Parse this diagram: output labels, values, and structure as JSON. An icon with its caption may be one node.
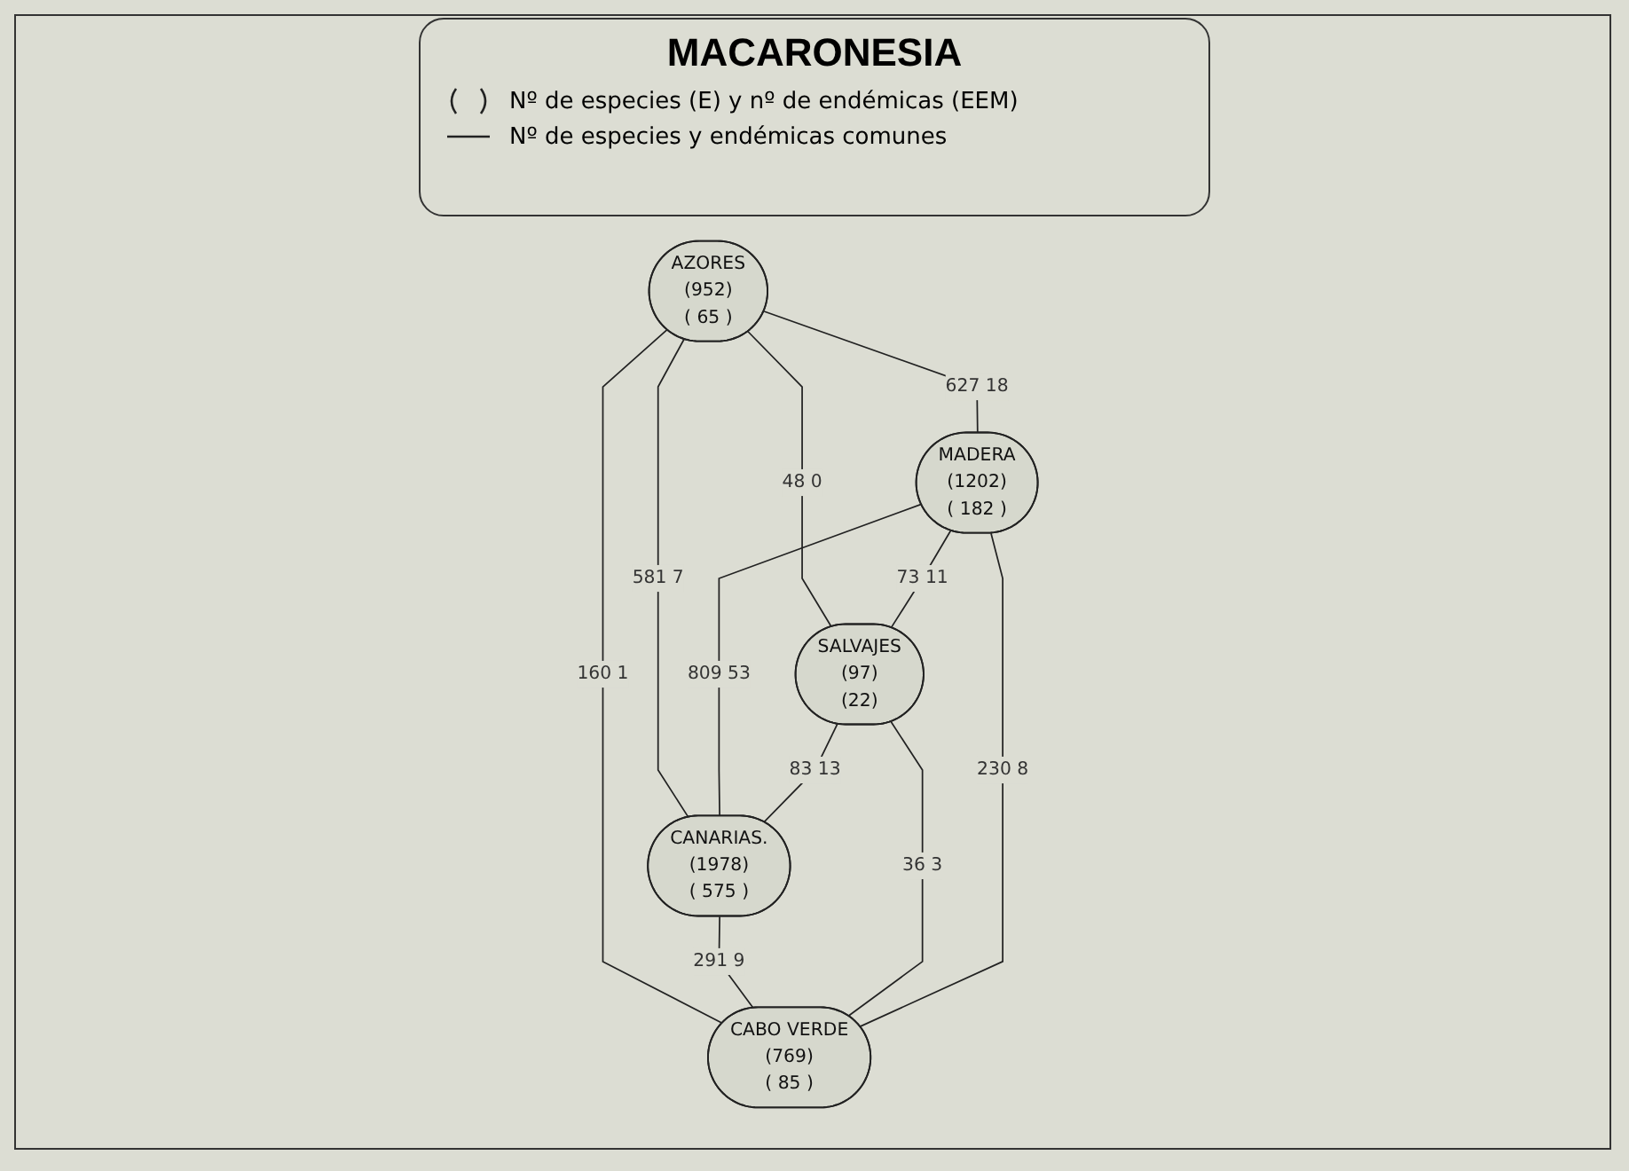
{
  "diagram": {
    "title": "MACARONESIA",
    "nodes": [
      {
        "text": [
          "AZORES",
          "(952)",
          "( 65 )"
        ]
      },
      {
        "text": [
          "MADERA",
          "(1202)",
          "( 182 )"
        ]
      },
      {
        "text": [
          "SALVAJES",
          "(97)",
          "(22)"
        ]
      },
      {
        "text": [
          "CANARIAS.",
          "(1978)",
          "( 575 )"
        ]
      },
      {
        "text": [
          "CABO VERDE",
          "(769)",
          "( 85 )"
        ]
      }
    ],
    "edges": [
      {
        "from": 0,
        "to": 1,
        "arrow": "none",
        "label": "627 18"
      },
      {
        "from": 0,
        "to": 2,
        "arrow": "none",
        "label": "48 0"
      },
      {
        "from": 0,
        "to": 3,
        "arrow": "none",
        "label": "581 7"
      },
      {
        "from": 0,
        "to": 4,
        "arrow": "none",
        "label": "160 1"
      },
      {
        "from": 1,
        "to": 3,
        "arrow": "none",
        "label": "809 53"
      },
      {
        "from": 1,
        "to": 2,
        "arrow": "none",
        "label": "73 11"
      },
      {
        "from": 2,
        "to": 3,
        "arrow": "none",
        "label": "83 13"
      },
      {
        "from": 3,
        "to": 4,
        "arrow": "none",
        "label": "291 9"
      },
      {
        "from": 2,
        "to": 4,
        "arrow": "none",
        "label": "36 3"
      },
      {
        "from": 1,
        "to": 4,
        "arrow": "none",
        "label": "230 8"
      }
    ],
    "legend": [
      {
        "text": "Nº de especies (E) y nº de endémicas (EEM)"
      },
      {
        "text": "Nº de especies y endémicas comunes"
      }
    ]
  }
}
